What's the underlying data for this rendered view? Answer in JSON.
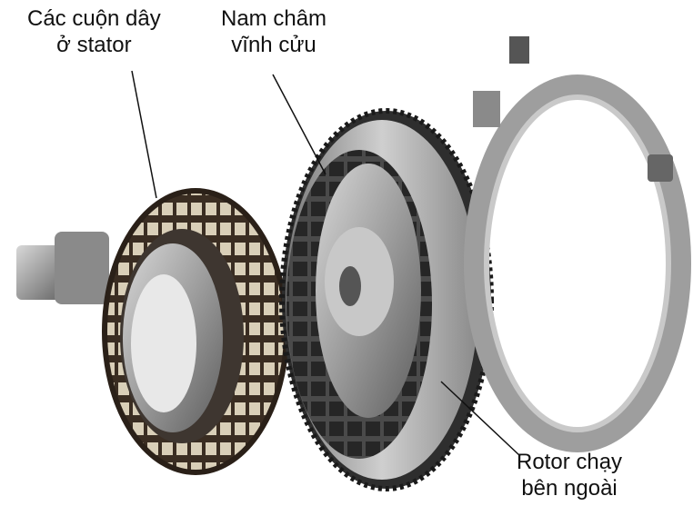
{
  "labels": {
    "stator_coils": {
      "line1": "Các cuộn dây",
      "line2": "ở stator"
    },
    "permanent_magnet": {
      "line1": "Nam châm",
      "line2": "vĩnh cửu"
    },
    "outer_rotor": {
      "line1": "Rotor chạy",
      "line2": "bên ngoài"
    }
  }
}
